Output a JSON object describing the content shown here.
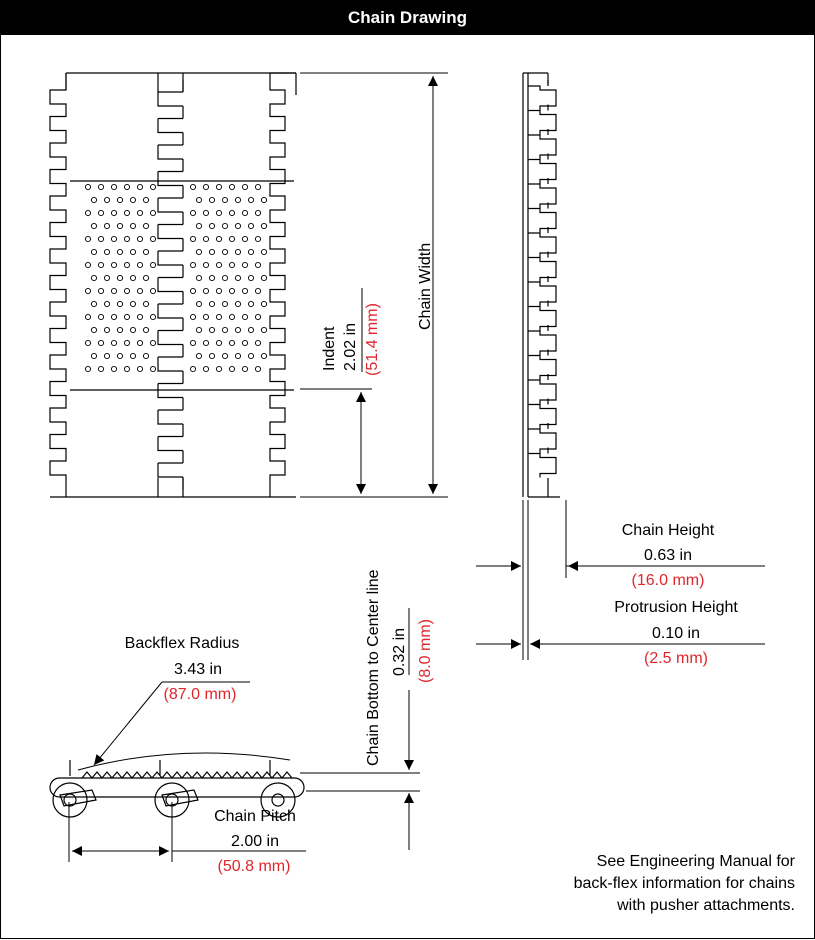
{
  "header": {
    "title": "Chain Drawing"
  },
  "dimensions": {
    "indent": {
      "label": "Indent",
      "inch": "2.02 in",
      "mm": "(51.4 mm)"
    },
    "chain_width": {
      "label": "Chain Width"
    },
    "chain_height": {
      "label": "Chain Height",
      "inch": "0.63 in",
      "mm": "(16.0 mm)"
    },
    "protrusion_height": {
      "label": "Protrusion Height",
      "inch": "0.10 in",
      "mm": "(2.5 mm)"
    },
    "bottom_to_center": {
      "label": "Chain  Bottom to Center line",
      "inch": "0.32 in",
      "mm": "(8.0 mm)"
    },
    "backflex_radius": {
      "label": "Backflex Radius",
      "inch": "3.43 in",
      "mm": "(87.0 mm)"
    },
    "chain_pitch": {
      "label": "Chain Pitch",
      "inch": "2.00 in",
      "mm": "(50.8 mm)"
    }
  },
  "note": {
    "lines": [
      "See Engineering Manual for",
      "back-flex information for chains",
      "with pusher attachments."
    ]
  },
  "colors": {
    "metric": "#e0262b",
    "ink": "#000000",
    "header_bg": "#000000"
  }
}
